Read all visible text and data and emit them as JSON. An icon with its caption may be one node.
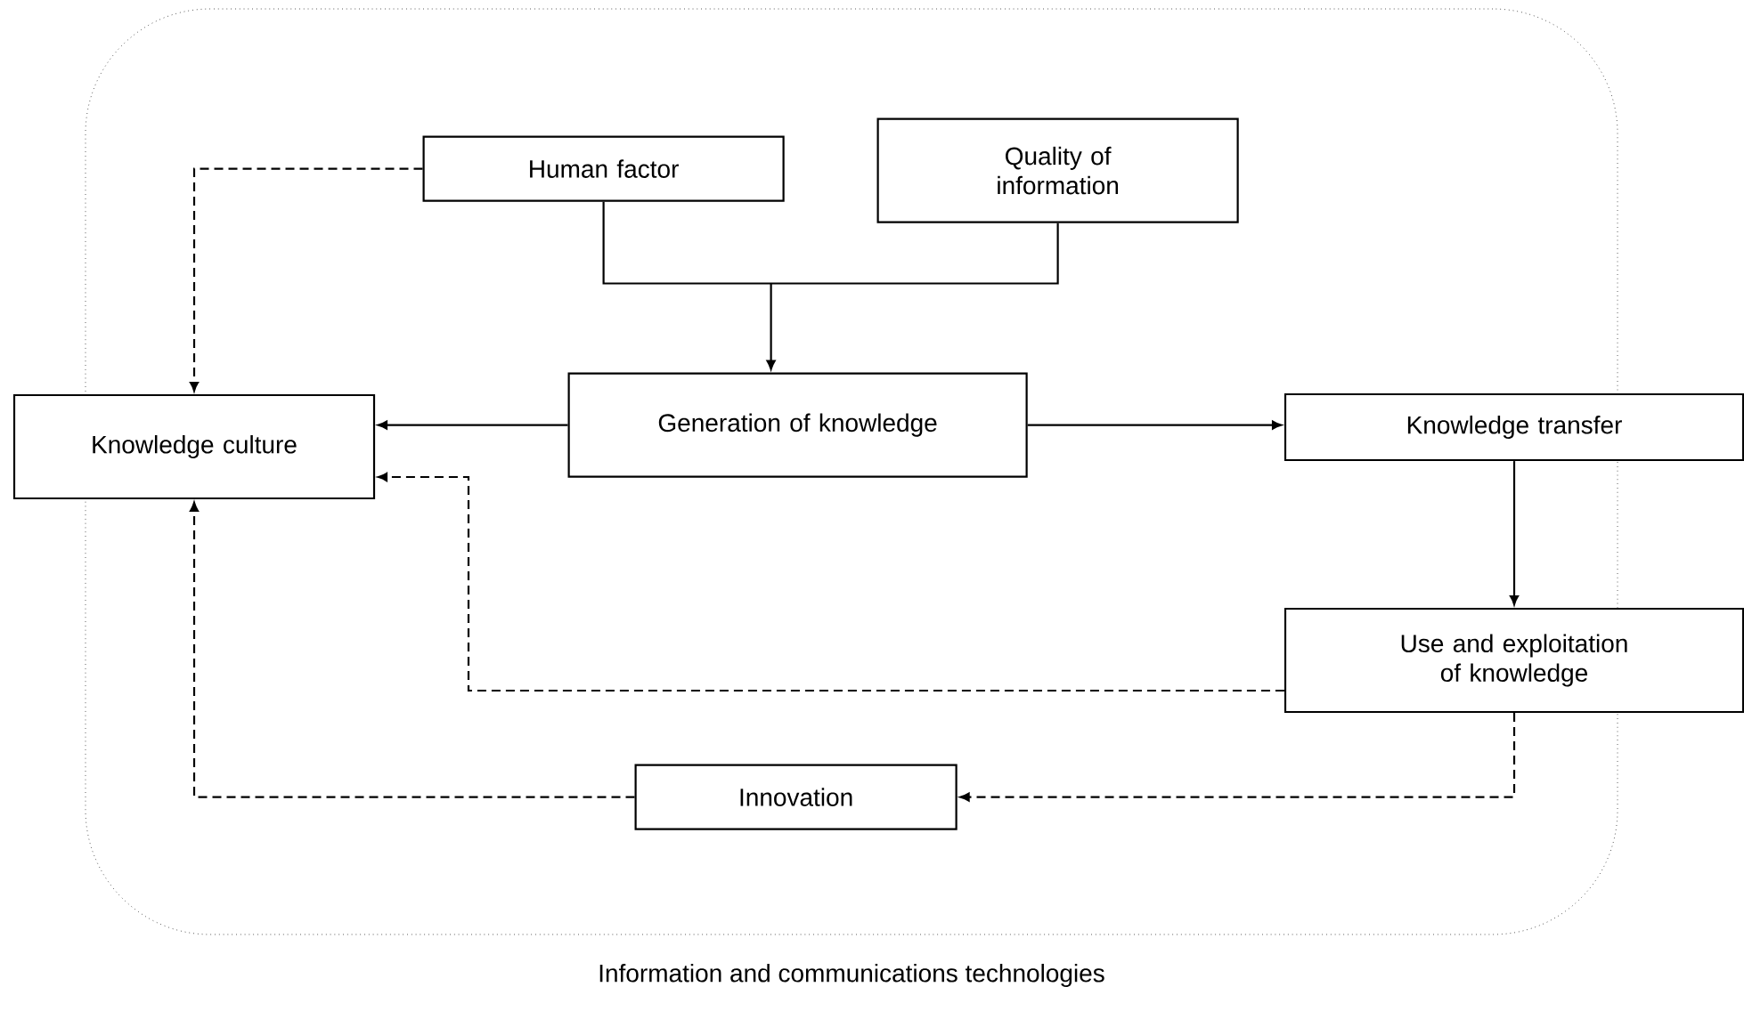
{
  "diagram": {
    "nodes": [
      {
        "text": [
          "Information and communications technologies"
        ]
      },
      {
        "text": [
          "Human factor"
        ],
        "in": 0
      },
      {
        "text": [
          "Quality of information"
        ],
        "in": 0
      },
      {
        "text": [
          "Knowledge culture"
        ]
      },
      {
        "text": [
          "Generation of knowledge"
        ],
        "in": 0
      },
      {
        "text": [
          "Knowledge transfer"
        ]
      },
      {
        "text": [
          "Use and exploitation of knowledge"
        ]
      },
      {
        "text": [
          "Innovation"
        ],
        "in": 0
      }
    ],
    "edges": [
      {
        "from": 1,
        "to": 3,
        "arrow": "to",
        "style": "dashed"
      },
      {
        "from": 1,
        "to": 4,
        "arrow": "to"
      },
      {
        "from": 2,
        "to": 4,
        "arrow": "to"
      },
      {
        "from": 4,
        "to": 3,
        "arrow": "to"
      },
      {
        "from": 4,
        "to": 5,
        "arrow": "to"
      },
      {
        "from": 5,
        "to": 6,
        "arrow": "to"
      },
      {
        "from": 6,
        "to": 3,
        "arrow": "to",
        "style": "dashed"
      },
      {
        "from": 6,
        "to": 7,
        "arrow": "to",
        "style": "dashed"
      },
      {
        "from": 7,
        "to": 3,
        "arrow": "to",
        "style": "dashed"
      }
    ]
  }
}
